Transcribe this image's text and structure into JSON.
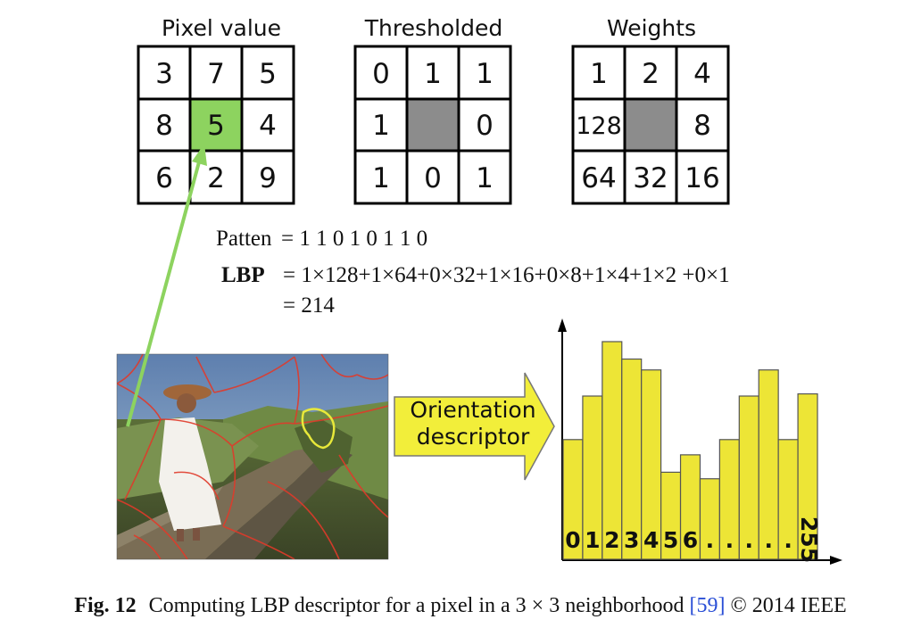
{
  "grids": [
    {
      "title": "Pixel value",
      "cells": [
        [
          "3",
          "7",
          "5"
        ],
        [
          "8",
          "5",
          "4"
        ],
        [
          "6",
          "2",
          "9"
        ]
      ],
      "center_fill": "#8dd35f"
    },
    {
      "title": "Thresholded",
      "cells": [
        [
          "0",
          "1",
          "1"
        ],
        [
          "1",
          "",
          "0"
        ],
        [
          "1",
          "0",
          "1"
        ]
      ],
      "center_fill": "#8c8c8c"
    },
    {
      "title": "Weights",
      "cells": [
        [
          "1",
          "2",
          "4"
        ],
        [
          "128",
          "",
          "8"
        ],
        [
          "64",
          "32",
          "16"
        ]
      ],
      "center_fill": "#8c8c8c"
    }
  ],
  "formula": {
    "pattern_label": "Patten",
    "pattern_value": "= 1 1 0 1 0 1 1 0",
    "lbp_label": "LBP",
    "lbp_expression": "= 1×128+1×64+0×32+1×16+0×8+1×4+1×2 +0×1",
    "lbp_result": "= 214"
  },
  "photo": {
    "description_icon": "girl-on-boardwalk-superpixel-photo"
  },
  "arrow": {
    "line1": "Orientation",
    "line2": "descriptor",
    "fill": "#f2ee3a"
  },
  "histogram": {
    "bar_fill": "#ede536",
    "values": [
      0.55,
      0.75,
      1.0,
      0.92,
      0.87,
      0.4,
      0.48,
      0.37,
      0.55,
      0.75,
      0.87,
      0.55,
      0.76
    ],
    "bin_labels": [
      "0",
      "1",
      "2",
      "3",
      "4",
      "5",
      "6",
      ".",
      ".",
      ".",
      ".",
      ".",
      "255"
    ]
  },
  "caption": {
    "fig_label": "Fig. 12",
    "text_before": "Computing LBP descriptor for a pixel in a 3 × 3 neighborhood ",
    "ref": "[59]",
    "text_after": " © 2014 IEEE"
  },
  "colors": {
    "green_arrow": "#8dd35f",
    "segment_lines": "#e03a2a",
    "highlight_contour": "#e8e83a"
  }
}
